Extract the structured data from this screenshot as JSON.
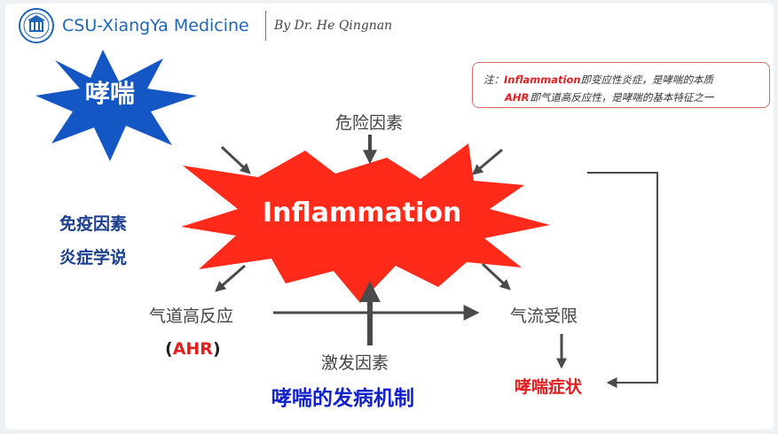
{
  "header": {
    "brand": "CSU-XiangYa Medicine",
    "author": "By Dr. He Qingnan"
  },
  "note": {
    "prefix": "注：",
    "kw1": "Inflammation",
    "text1": "即变应性炎症，是哮喘的本质",
    "kw2": "AHR",
    "text2": "即气道高反应性，是哮喘的基本特征之一"
  },
  "diagram": {
    "star_label": "哮喘",
    "center": "Inflammation",
    "top": "危险因素",
    "left": "气道高反应",
    "ahr_open": "(",
    "ahr": "AHR",
    "ahr_close": ")",
    "right": "气流受限",
    "bottom": "激发因素",
    "symptom": "哮喘症状",
    "immune": "免疫因素",
    "inflammation_theory": "炎症学说",
    "title": "哮喘的发病机制"
  },
  "colors": {
    "brand_blue": "#1f66b8",
    "star_blue": "#1457c4",
    "burst_red": "#ff2a1a",
    "accent_red": "#e02020",
    "navy": "#1d3f8f",
    "arrow_gray": "#4a4a4a"
  },
  "icons": {
    "logo": "university-seal-icon"
  }
}
